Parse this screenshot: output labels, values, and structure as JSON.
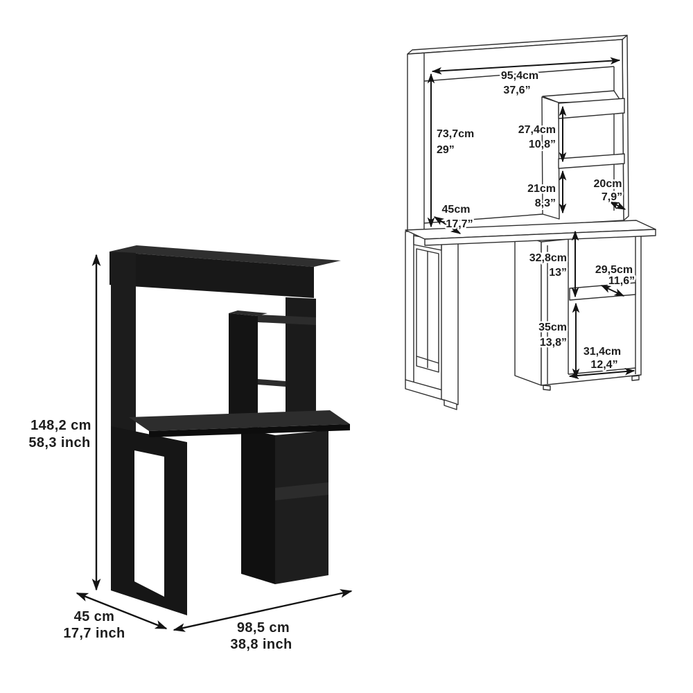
{
  "page": {
    "background": "#ffffff"
  },
  "product_figure": {
    "label": "desk with hutch - black render",
    "body_color": "#181818",
    "top_face_color": "#2d2d2d",
    "dimensions": {
      "height_cm": "148,2 cm",
      "height_inch": "58,3 inch",
      "depth_cm": "45 cm",
      "depth_inch": "17,7 inch",
      "width_cm": "98,5 cm",
      "width_inch": "38,8 inch"
    }
  },
  "schematic_figure": {
    "label": "desk with hutch - dimension wireframe",
    "line_color": "#2e2e2e",
    "dimensions": {
      "hutch_width_cm": "95,4cm",
      "hutch_width_inch": "37,6”",
      "hutch_height_cm": "73,7cm",
      "hutch_height_inch": "29”",
      "upper_shelf_cm": "27,4cm",
      "upper_shelf_inch": "10,8”",
      "lower_shelf_cm": "21cm",
      "lower_shelf_inch": "8,3”",
      "shelf_depth_cm": "20cm",
      "shelf_depth_inch": "7,9”",
      "hutch_depth_cm": "45cm",
      "hutch_depth_inch": "17,7”",
      "upper_cubby_cm": "32,8cm",
      "upper_cubby_inch": "13”",
      "cubby_depth_cm": "29,5cm",
      "cubby_depth_inch": "11,6”",
      "lower_cubby_cm": "35cm",
      "lower_cubby_inch": "13,8”",
      "cubby_width_cm": "31,4cm",
      "cubby_width_inch": "12,4”"
    }
  }
}
